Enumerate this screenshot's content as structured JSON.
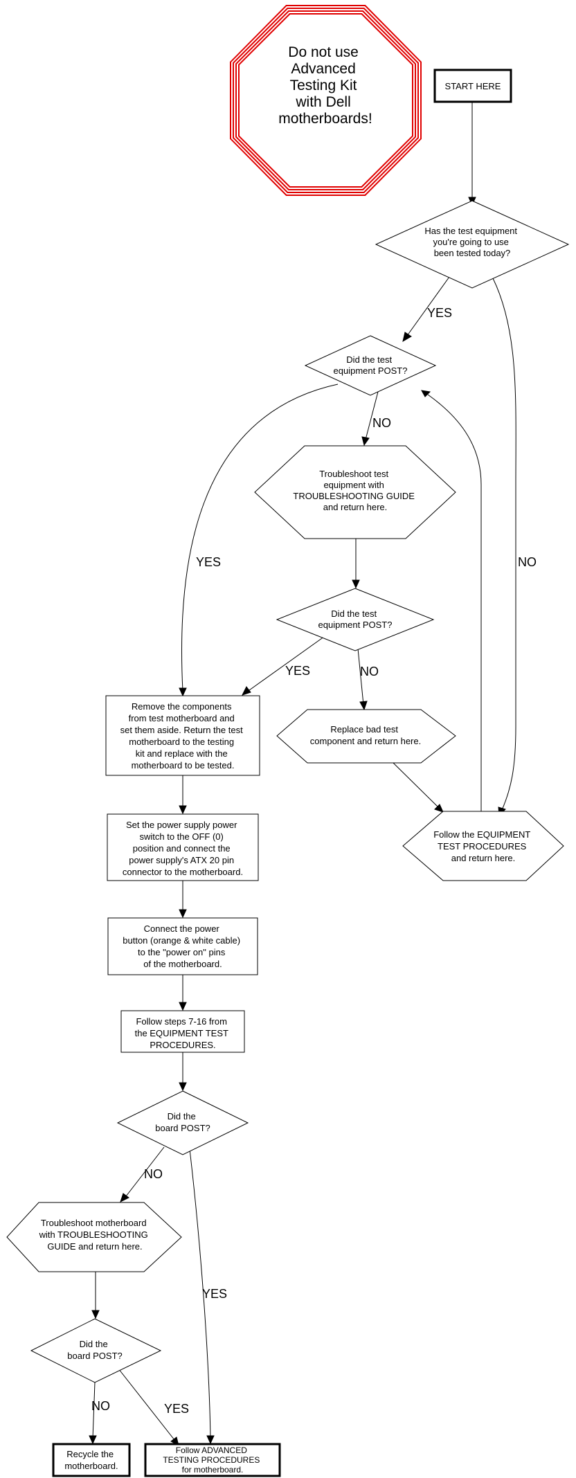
{
  "warning": {
    "lines": [
      "Do not use",
      "Advanced",
      "Testing Kit",
      "with Dell",
      "motherboards!"
    ],
    "color": "#e00000"
  },
  "nodes": {
    "start": {
      "lines": [
        "START HERE"
      ]
    },
    "q_tested_today": {
      "lines": [
        "Has the test equipment",
        "you're going to use",
        "been tested today?"
      ]
    },
    "q_equipment_post_1": {
      "lines": [
        "Did the test",
        "equipment POST?"
      ]
    },
    "troubleshoot_equipment": {
      "lines": [
        "Troubleshoot test",
        "equipment with",
        "TROUBLESHOOTING GUIDE",
        "and return here."
      ]
    },
    "q_equipment_post_2": {
      "lines": [
        "Did the test",
        "equipment POST?"
      ]
    },
    "remove_components": {
      "lines": [
        "Remove the components",
        "from test motherboard and",
        "set them aside. Return the test",
        "motherboard to the testing",
        "kit and replace with the",
        "motherboard to be tested."
      ]
    },
    "replace_bad": {
      "lines": [
        "Replace bad test",
        "component and return here."
      ]
    },
    "follow_equipment_test": {
      "lines": [
        "Follow the EQUIPMENT",
        "TEST PROCEDURES",
        "and return here."
      ]
    },
    "set_power_supply": {
      "lines": [
        "Set the power supply power",
        "switch to the OFF (0)",
        "position and connect the",
        "power supply's ATX 20 pin",
        "connector to the motherboard."
      ]
    },
    "connect_power_button": {
      "lines": [
        "Connect the power",
        "button (orange & white cable)",
        "to the \"power on\" pins",
        "of the motherboard."
      ]
    },
    "follow_steps": {
      "lines": [
        "Follow steps 7-16 from",
        "the EQUIPMENT TEST",
        "PROCEDURES."
      ]
    },
    "q_board_post_1": {
      "lines": [
        "Did the",
        "board POST?"
      ]
    },
    "troubleshoot_motherboard": {
      "lines": [
        "Troubleshoot motherboard",
        "with TROUBLESHOOTING",
        "GUIDE and return here."
      ]
    },
    "q_board_post_2": {
      "lines": [
        "Did the",
        "board POST?"
      ]
    },
    "recycle": {
      "lines": [
        "Recycle the",
        "motherboard."
      ]
    },
    "follow_advanced": {
      "lines": [
        "Follow ADVANCED",
        "TESTING PROCEDURES",
        "for motherboard."
      ]
    }
  },
  "edge_labels": {
    "tested_yes": "YES",
    "tested_no": "NO",
    "post1_no": "NO",
    "post1_yes": "YES",
    "post2_yes": "YES",
    "post2_no": "NO",
    "board1_no": "NO",
    "board1_yes": "YES",
    "board2_no": "NO",
    "board2_yes": "YES"
  }
}
